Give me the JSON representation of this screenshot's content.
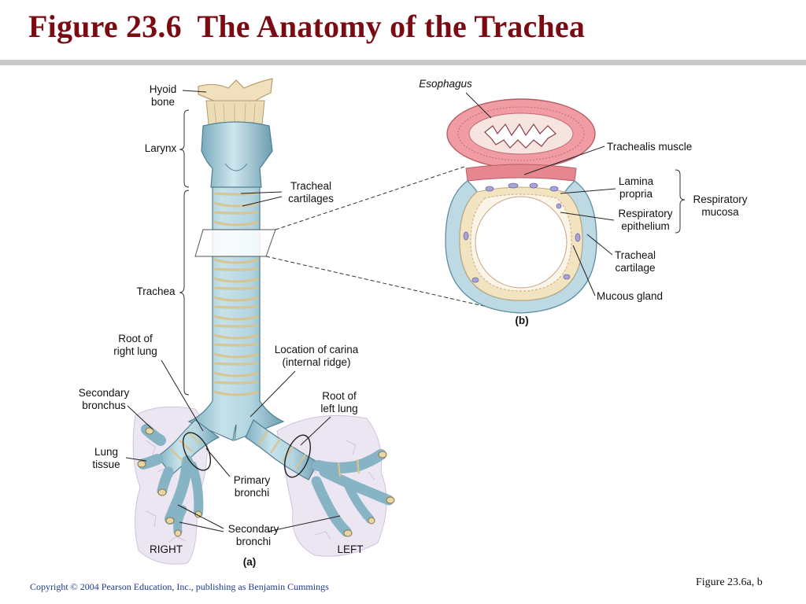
{
  "slide": {
    "title": "Figure 23.6  The Anatomy of the Trachea",
    "copyright": "Copyright © 2004 Pearson Education, Inc., publishing as Benjamin Cummings",
    "figure_ref": "Figure 23.6a, b"
  },
  "panel_a": {
    "panel_label": "(a)",
    "hyoid_bone": [
      "Hyoid",
      "bone"
    ],
    "larynx": "Larynx",
    "tracheal_cartilages": [
      "Tracheal",
      "cartilages"
    ],
    "trachea": "Trachea",
    "root_right_lung": [
      "Root of",
      "right lung"
    ],
    "location_carina": [
      "Location of carina",
      "(internal ridge)"
    ],
    "secondary_bronchus": [
      "Secondary",
      "bronchus"
    ],
    "root_left_lung": [
      "Root of",
      "left lung"
    ],
    "lung_tissue": [
      "Lung",
      "tissue"
    ],
    "primary_bronchi": [
      "Primary",
      "bronchi"
    ],
    "secondary_bronchi": [
      "Secondary",
      "bronchi"
    ],
    "right": "RIGHT",
    "left": "LEFT"
  },
  "panel_b": {
    "panel_label": "(b)",
    "esophagus": "Esophagus",
    "trachealis_muscle": "Trachealis muscle",
    "lamina_propria": [
      "Lamina",
      "propria"
    ],
    "respiratory_epithelium": [
      "Respiratory",
      "epithelium"
    ],
    "respiratory_mucosa": [
      "Respiratory",
      "mucosa"
    ],
    "tracheal_cartilage": [
      "Tracheal",
      "cartilage"
    ],
    "mucous_gland": "Mucous gland"
  },
  "colors": {
    "title": "#7a0b13",
    "cartilage_blue": "#a9cdd9",
    "ligament_tan": "#e7d3a6",
    "esophagus_pink": "#ef9da3",
    "lung_lavender": "#ece6f3",
    "rule_gray": "#c8c8c8",
    "copyright_blue": "#1d3a8a"
  }
}
